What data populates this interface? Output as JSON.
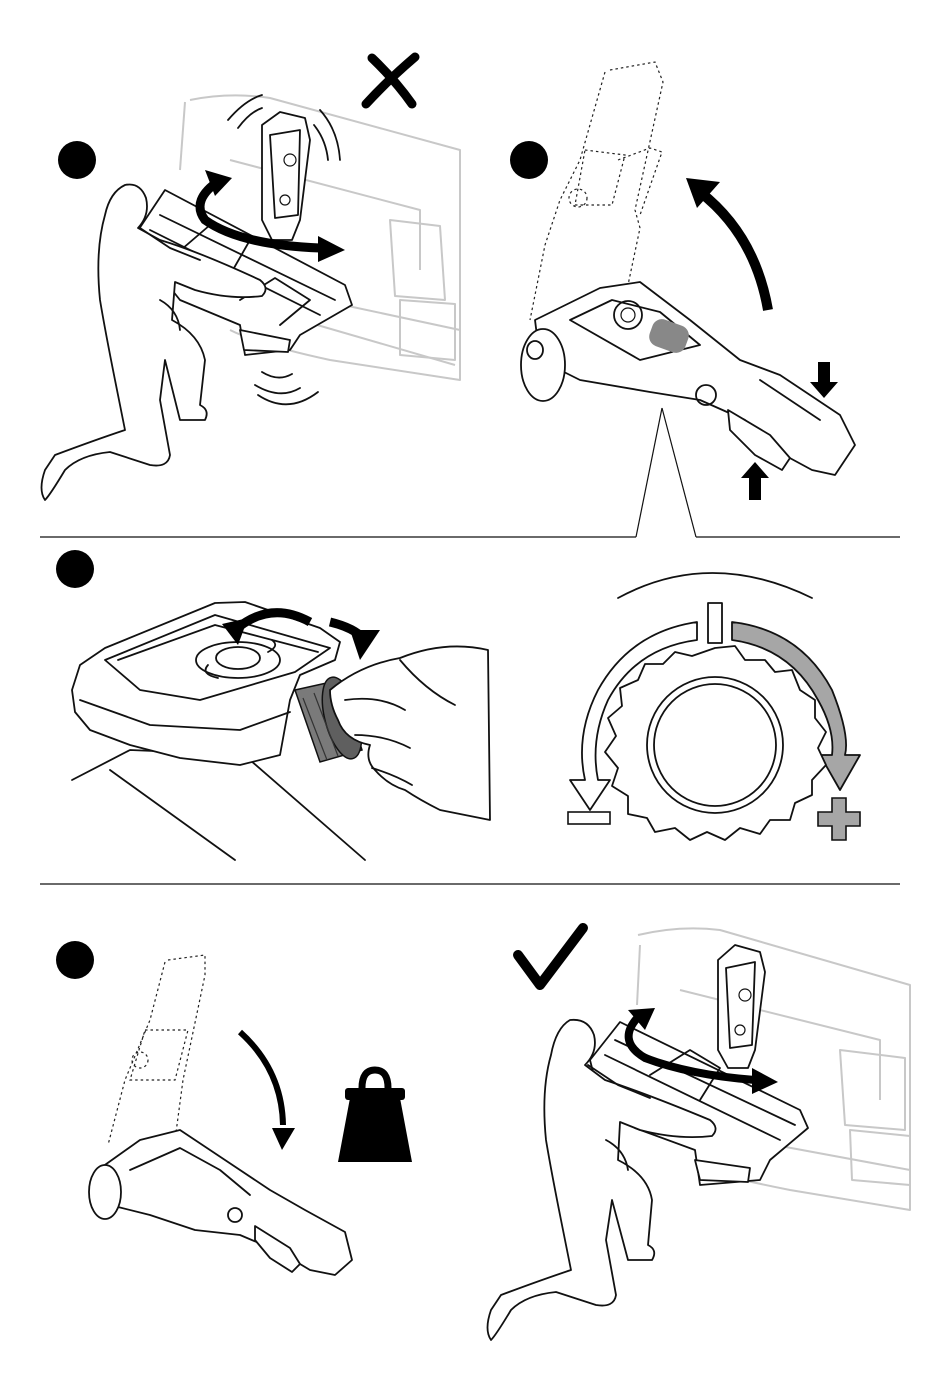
{
  "figure": {
    "steps": [
      {
        "id": "step-1",
        "marker": "filled-circle",
        "status_icon": "cross-icon",
        "meaning": "incorrect"
      },
      {
        "id": "step-2",
        "marker": "filled-circle"
      },
      {
        "id": "step-3",
        "marker": "filled-circle"
      },
      {
        "id": "step-4",
        "marker": "filled-circle",
        "status_icon": "checkmark-icon",
        "meaning": "correct"
      }
    ],
    "dial": {
      "minus_icon": "minus-icon",
      "plus_icon": "plus-icon",
      "minus_color": "#ffffff",
      "plus_color": "#a6a6a6"
    },
    "weight_icon": "weight-icon",
    "colors": {
      "ink": "#111111",
      "car_outline": "#c8c8c8",
      "plus_arrow": "#a6a6a6"
    }
  }
}
